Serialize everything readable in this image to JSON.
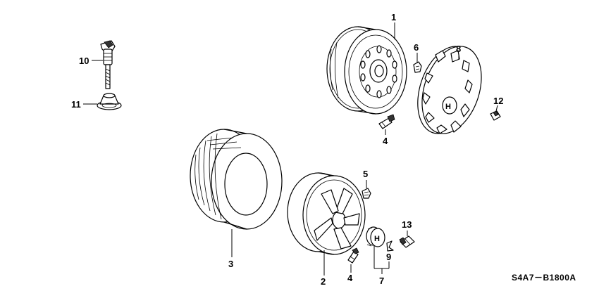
{
  "callouts": {
    "c1": "1",
    "c2": "2",
    "c3": "3",
    "c4a": "4",
    "c4b": "4",
    "c5": "5",
    "c6": "6",
    "c7": "7",
    "c8": "8",
    "c9": "9",
    "c10": "10",
    "c11": "11",
    "c12": "12",
    "c13": "13"
  },
  "diagram_code": "S4A7－B1800A"
}
